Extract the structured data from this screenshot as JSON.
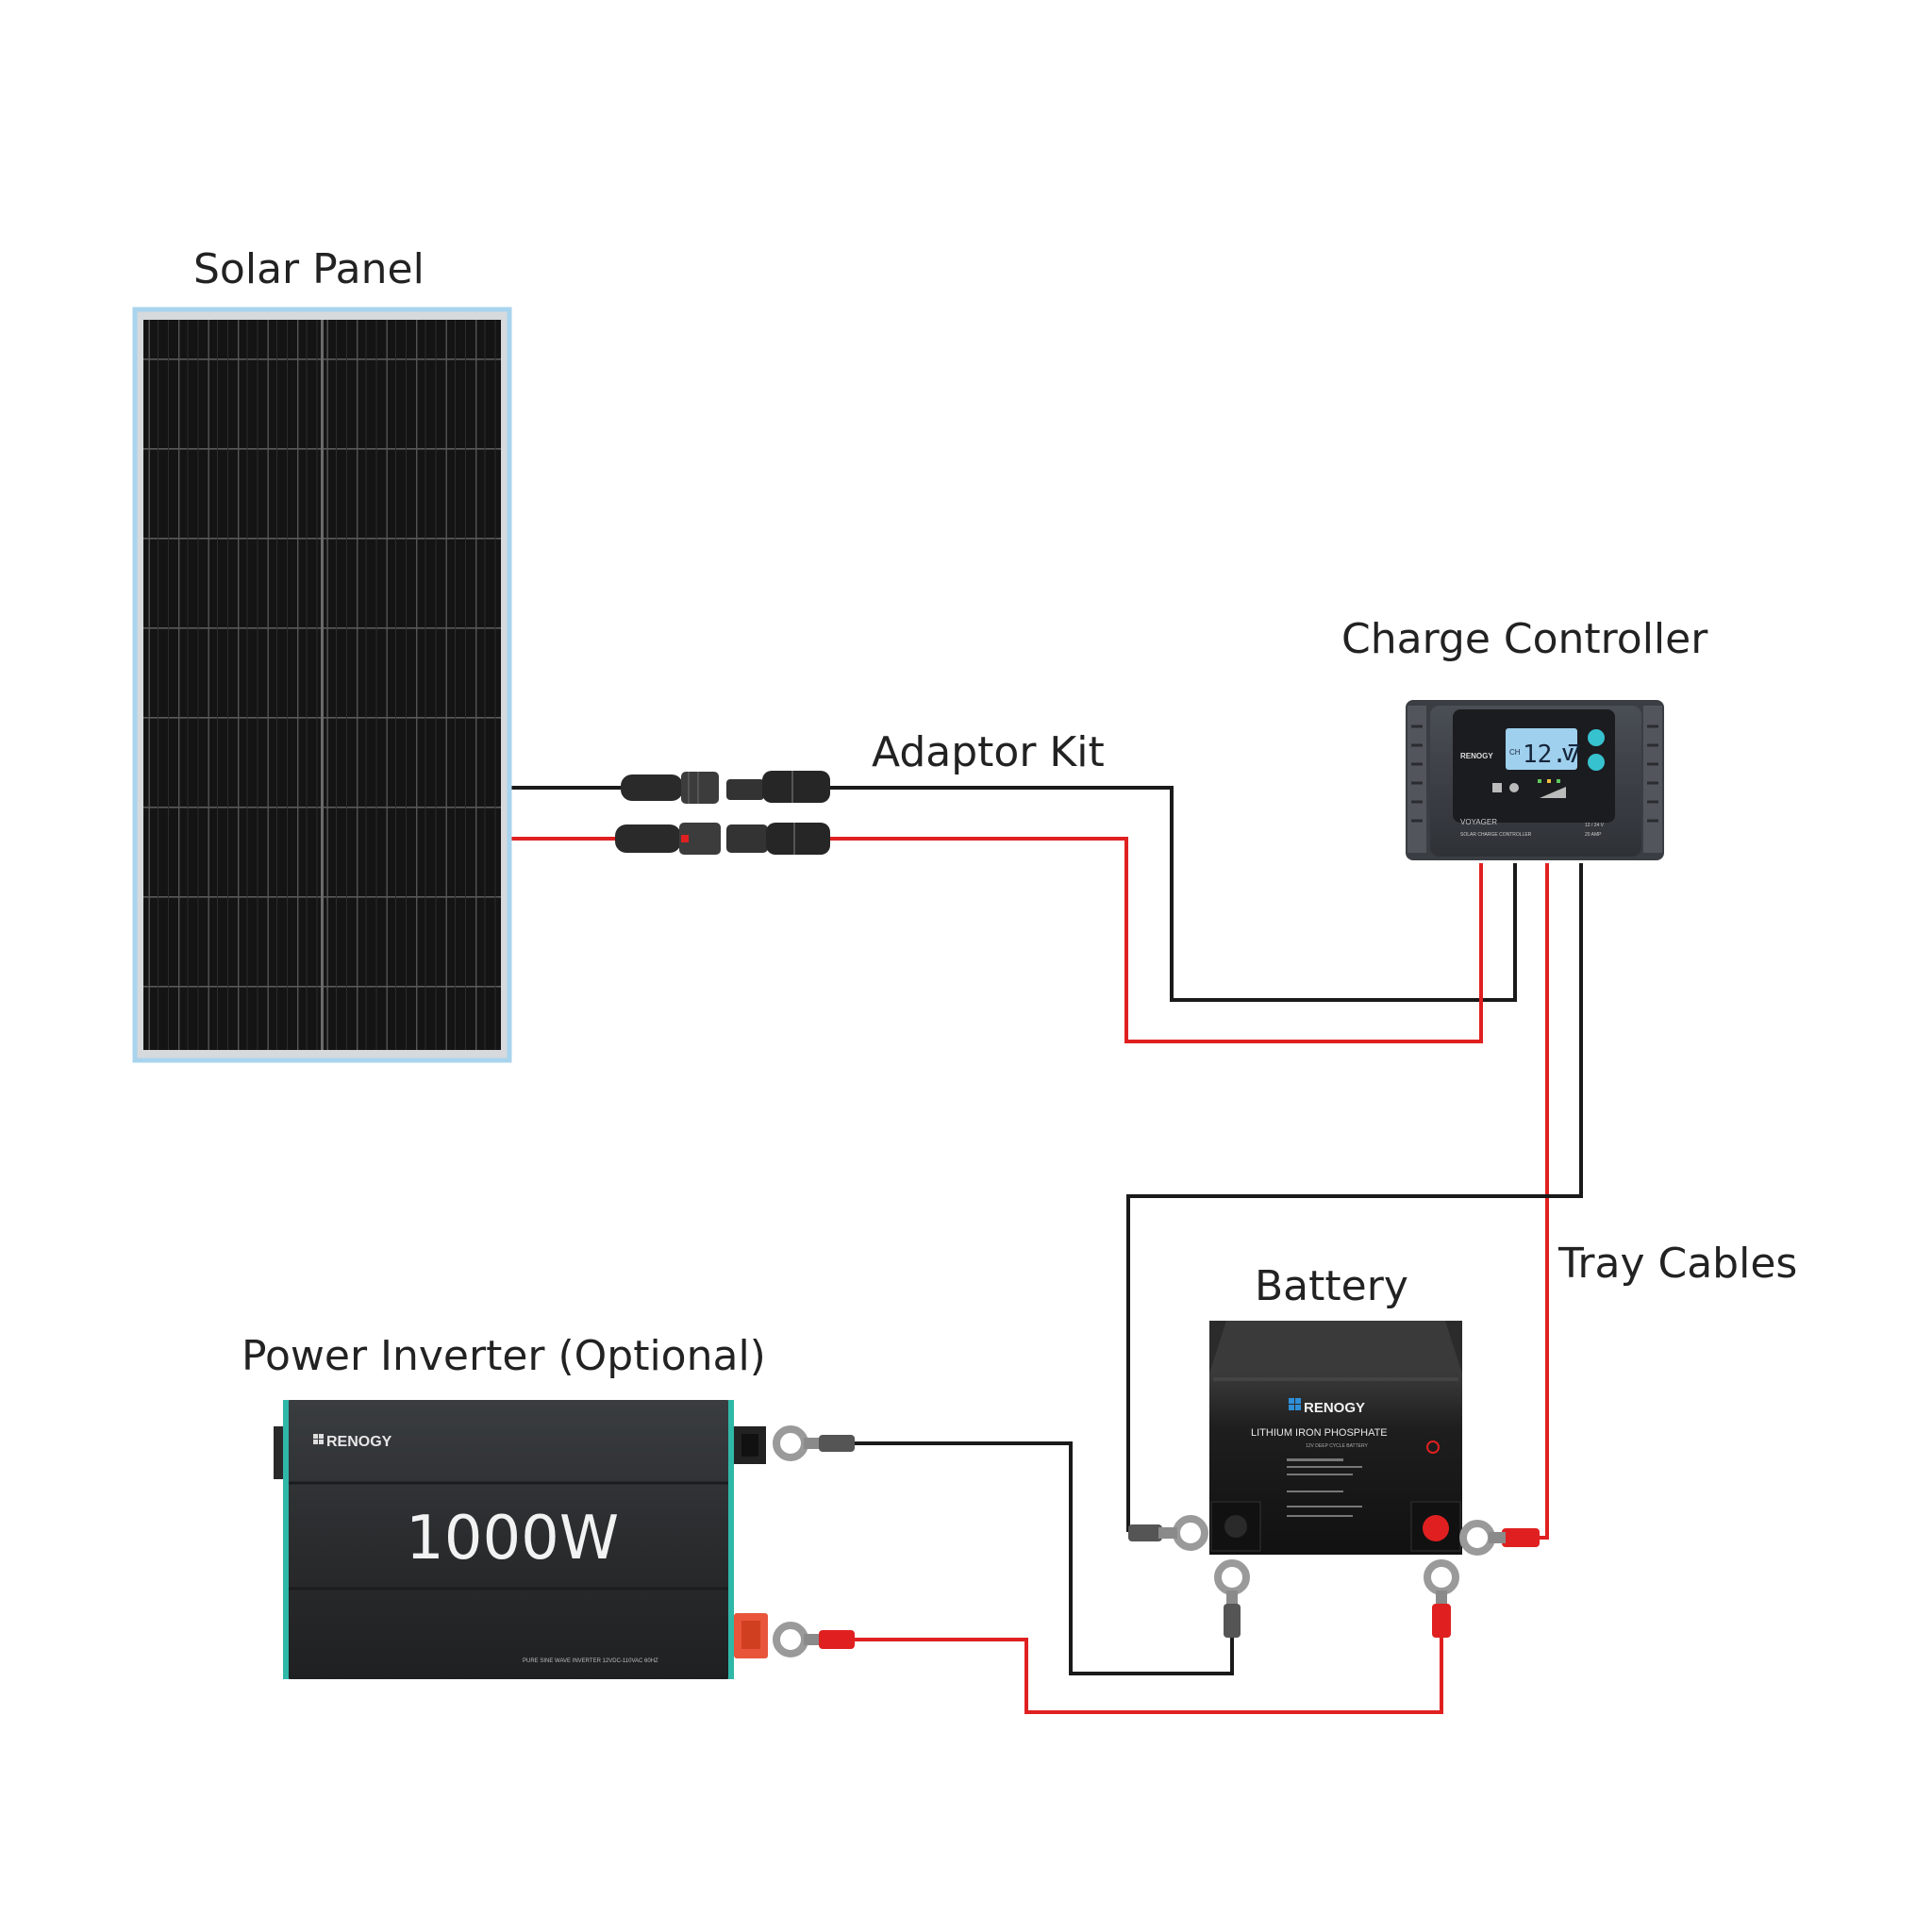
{
  "labels": {
    "solar_panel": "Solar Panel",
    "adaptor_kit": "Adaptor Kit",
    "charge_controller": "Charge Controller",
    "tray_cables": "Tray Cables",
    "battery": "Battery",
    "power_inverter": "Power Inverter (Optional)"
  },
  "charge_controller_device": {
    "brand": "RENOGY",
    "display_value": "12.7",
    "display_unit": "V",
    "display_mode": "CH",
    "model": "VOYAGER",
    "model_sub": "SOLAR CHARGE CONTROLLER",
    "spec_line_1": "12 / 24 V",
    "spec_line_2": "20 AMP"
  },
  "battery_device": {
    "brand": "RENOGY",
    "product": "LITHIUM IRON PHOSPHATE",
    "subtitle": "12V DEEP CYCLE BATTERY"
  },
  "inverter_device": {
    "brand": "RENOGY",
    "rating": "1000W",
    "description": "PURE SINE WAVE INVERTER 12VDC-110VAC 60HZ"
  },
  "colors": {
    "positive_wire": "#e02020",
    "negative_wire": "#1a1a1a",
    "panel_frame": "#a8d4ee",
    "panel_cells": "#141414",
    "inverter_accent": "#2fb8a8",
    "terminal_red": "#e02020"
  }
}
